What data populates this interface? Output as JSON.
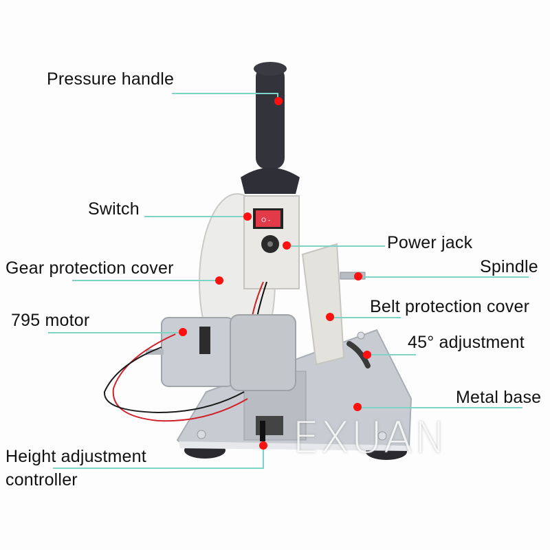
{
  "diagram": {
    "subject": "Mini belt grinder / sander machine component diagram",
    "watermark": "EXUAN",
    "colors": {
      "leader_line": "#7fd3c6",
      "marker_dot": "#ff1010",
      "label_text": "#111111",
      "background": "#fdfdfd"
    },
    "callouts": [
      {
        "id": "pressure-handle",
        "label": "Pressure handle"
      },
      {
        "id": "switch",
        "label": "Switch"
      },
      {
        "id": "power-jack",
        "label": "Power jack"
      },
      {
        "id": "gear-protection-cover",
        "label": "Gear protection cover"
      },
      {
        "id": "spindle",
        "label": "Spindle"
      },
      {
        "id": "795-motor",
        "label": "795 motor"
      },
      {
        "id": "belt-protection-cover",
        "label": "Belt protection cover"
      },
      {
        "id": "45-adjustment",
        "label": "45° adjustment"
      },
      {
        "id": "metal-base",
        "label": "Metal base"
      },
      {
        "id": "height-adjustment-controller",
        "label_line1": "Height adjustment",
        "label_line2": "controller"
      }
    ]
  }
}
